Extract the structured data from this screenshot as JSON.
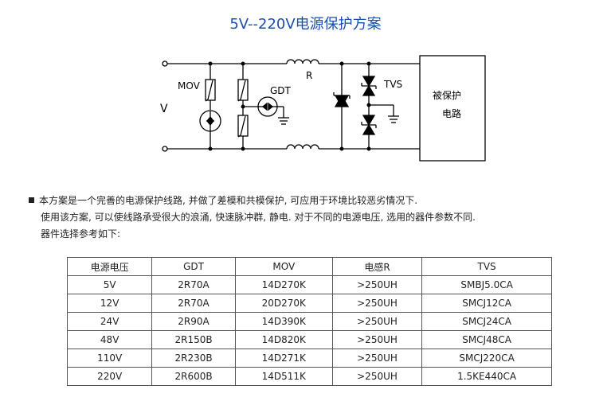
{
  "title": "5V--220V电源保护方案",
  "circuit": {
    "labels": {
      "mov": "MOV",
      "v": "V",
      "gdt": "GDT",
      "r": "R",
      "tvs": "TVS",
      "protected_line1": "被保护",
      "protected_line2": "电路"
    }
  },
  "description": [
    "本方案是一个完善的电源保护线路, 并做了差模和共模保护, 可应用于环境比较恶劣情况下.",
    "使用该方案, 可以使线路承受很大的浪涌, 快速脉冲群, 静电. 对于不同的电源电压, 选用的器件参数不同.",
    "器件选择参考如下:"
  ],
  "table": {
    "headers": [
      "电源电压",
      "GDT",
      "MOV",
      "电感R",
      "TVS"
    ],
    "rows": [
      [
        "5V",
        "2R70A",
        "14D270K",
        ">250UH",
        "SMBJ5.0CA"
      ],
      [
        "12V",
        "2R70A",
        "20D270K",
        ">250UH",
        "SMCJ12CA"
      ],
      [
        "24V",
        "2R90A",
        "14D390K",
        ">250UH",
        "SMCJ24CA"
      ],
      [
        "48V",
        "2R150B",
        "14D820K",
        ">250UH",
        "SMCJ48CA"
      ],
      [
        "110V",
        "2R230B",
        "14D271K",
        ">250UH",
        "SMCJ220CA"
      ],
      [
        "220V",
        "2R600B",
        "14D511K",
        ">250UH",
        "1.5KE440CA"
      ]
    ]
  }
}
